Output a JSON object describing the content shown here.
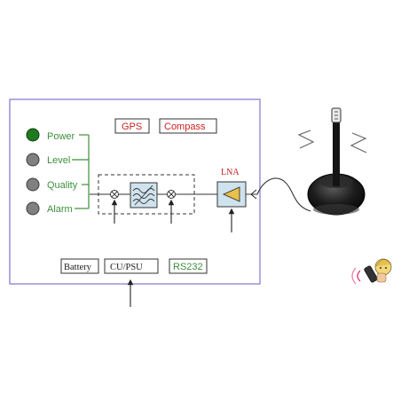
{
  "indicators": {
    "power": {
      "label": "Power",
      "color": "#1f7a1f"
    },
    "level": {
      "label": "Level",
      "color": "#808080"
    },
    "quality": {
      "label": "Quality",
      "color": "#808080"
    },
    "alarm": {
      "label": "Alarm",
      "color": "#808080"
    }
  },
  "modules": {
    "gps": "GPS",
    "compass": "Compass",
    "battery": "Battery",
    "cu_psu": "CU/PSU",
    "rs232": "RS232",
    "lna": "LNA"
  },
  "colors": {
    "enclosure": "#8a7fd6",
    "label_green": "#3c8f3c",
    "label_red": "#cc1f1f",
    "block_fill": "#cfe3ee",
    "antenna_dark": "#141414"
  },
  "icons": {
    "filter": "bandpass-filter-icon",
    "mixer": "mixer-icon",
    "amplifier": "amplifier-triangle-icon",
    "antenna": "antenna-icon",
    "remote": "remote-control-icon"
  }
}
